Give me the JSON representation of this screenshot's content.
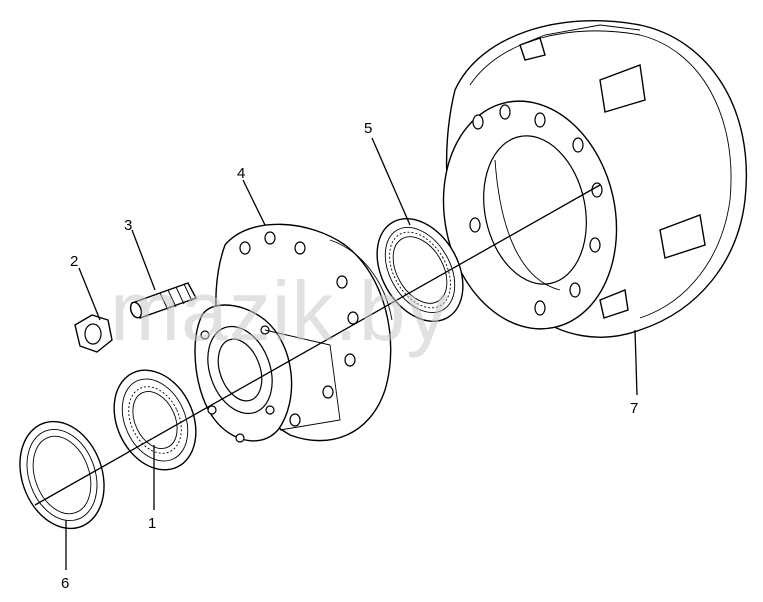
{
  "watermark": "mazik.by",
  "callouts": [
    {
      "id": "1",
      "label": "1"
    },
    {
      "id": "2",
      "label": "2"
    },
    {
      "id": "3",
      "label": "3"
    },
    {
      "id": "4",
      "label": "4"
    },
    {
      "id": "5",
      "label": "5"
    },
    {
      "id": "6",
      "label": "6"
    },
    {
      "id": "7",
      "label": "7"
    }
  ],
  "colors": {
    "line": "#000000",
    "background": "#ffffff",
    "watermark": "#c9c9c9"
  }
}
